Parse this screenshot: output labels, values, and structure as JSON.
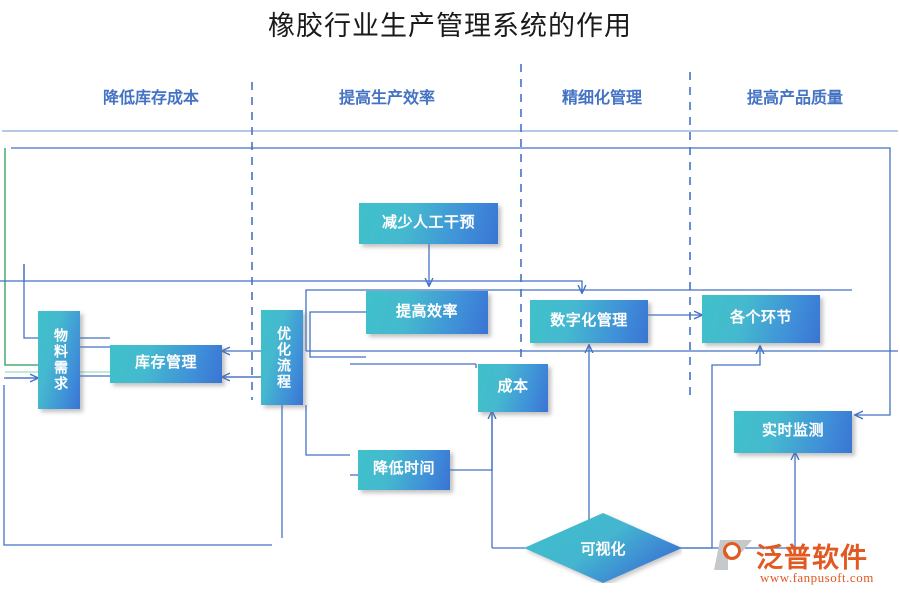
{
  "title": "橡胶行业生产管理系统的作用",
  "columns": [
    {
      "label": "降低库存成本"
    },
    {
      "label": "提高生产效率"
    },
    {
      "label": "精细化管理"
    },
    {
      "label": "提高产品质量"
    }
  ],
  "nodes": [
    {
      "id": "material",
      "label": "物料需求",
      "orientation": "vertical",
      "shape": "rect"
    },
    {
      "id": "inventory",
      "label": "库存管理",
      "orientation": "horizontal",
      "shape": "rect"
    },
    {
      "id": "optimize",
      "label": "优化流程",
      "orientation": "vertical",
      "shape": "rect"
    },
    {
      "id": "reduce",
      "label": "减少人工干预",
      "orientation": "horizontal",
      "shape": "rect"
    },
    {
      "id": "efficiency",
      "label": "提高效率",
      "orientation": "horizontal",
      "shape": "rect"
    },
    {
      "id": "cost",
      "label": "成本",
      "orientation": "horizontal",
      "shape": "rect"
    },
    {
      "id": "time",
      "label": "降低时间",
      "orientation": "horizontal",
      "shape": "rect"
    },
    {
      "id": "digital",
      "label": "数字化管理",
      "orientation": "horizontal",
      "shape": "rect"
    },
    {
      "id": "links",
      "label": "各个环节",
      "orientation": "horizontal",
      "shape": "rect"
    },
    {
      "id": "monitor",
      "label": "实时监测",
      "orientation": "horizontal",
      "shape": "rect"
    },
    {
      "id": "visualize",
      "label": "可视化",
      "orientation": "horizontal",
      "shape": "diamond"
    }
  ],
  "logo": {
    "brand": "泛普软件",
    "url": "www.fanpusoft.com"
  },
  "colors": {
    "header_text": "#4573c4",
    "divider": "#4573c4",
    "connector": "#4472c4",
    "connector_green": "#2e9b5c",
    "node_start": "#3fc1c9",
    "node_end": "#3a74d4",
    "title_text": "#1a1a1a",
    "logo_text": "#e05a22"
  }
}
